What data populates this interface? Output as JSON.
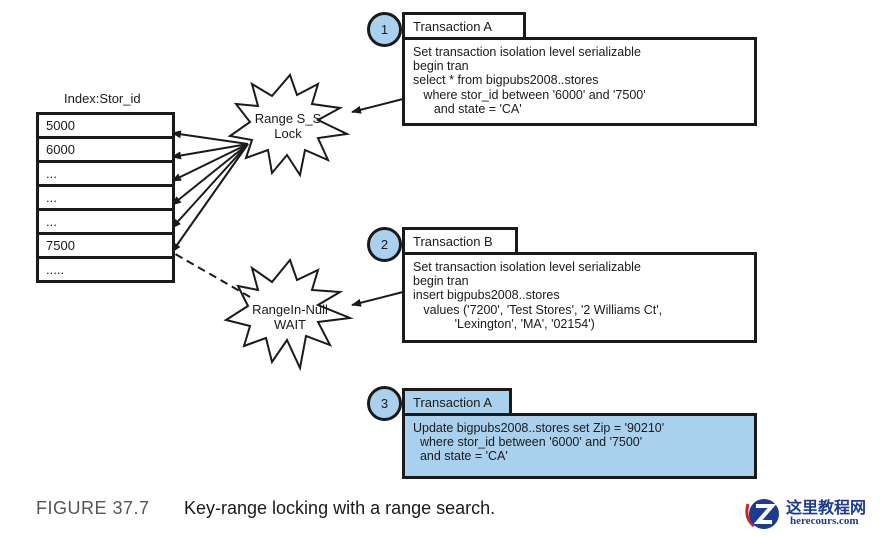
{
  "index": {
    "label": "Index:Stor_id",
    "rows": [
      "5000",
      "6000",
      "...",
      "...",
      "...",
      "7500",
      "....."
    ]
  },
  "locks": [
    {
      "line1": "Range S_S",
      "line2": "Lock"
    },
    {
      "line1": "RangeIn-Null",
      "line2": "WAIT"
    }
  ],
  "steps": [
    {
      "number": "1",
      "title": "Transaction A",
      "highlighted": false,
      "code": "Set transaction isolation level serializable\nbegin tran\nselect * from bigpubs2008..stores\n   where stor_id between '6000' and '7500'\n      and state = 'CA'"
    },
    {
      "number": "2",
      "title": "Transaction B",
      "highlighted": false,
      "code": "Set transaction isolation level serializable\nbegin tran\ninsert bigpubs2008..stores\n   values ('7200', 'Test Stores', '2 Williams Ct',\n            'Lexington', 'MA', '02154')"
    },
    {
      "number": "3",
      "title": "Transaction A",
      "highlighted": true,
      "code": "Update bigpubs2008..stores set Zip = '90210'\n  where stor_id between '6000' and '7500'\n  and state = 'CA'"
    }
  ],
  "caption": {
    "figure_number": "FIGURE 37.7",
    "text": "Key-range locking with a range search."
  },
  "watermark": {
    "cn": "这里教程网",
    "en": "herecours.com"
  },
  "colors": {
    "highlight": "#a9d1ee",
    "stroke": "#1a1a1a"
  }
}
